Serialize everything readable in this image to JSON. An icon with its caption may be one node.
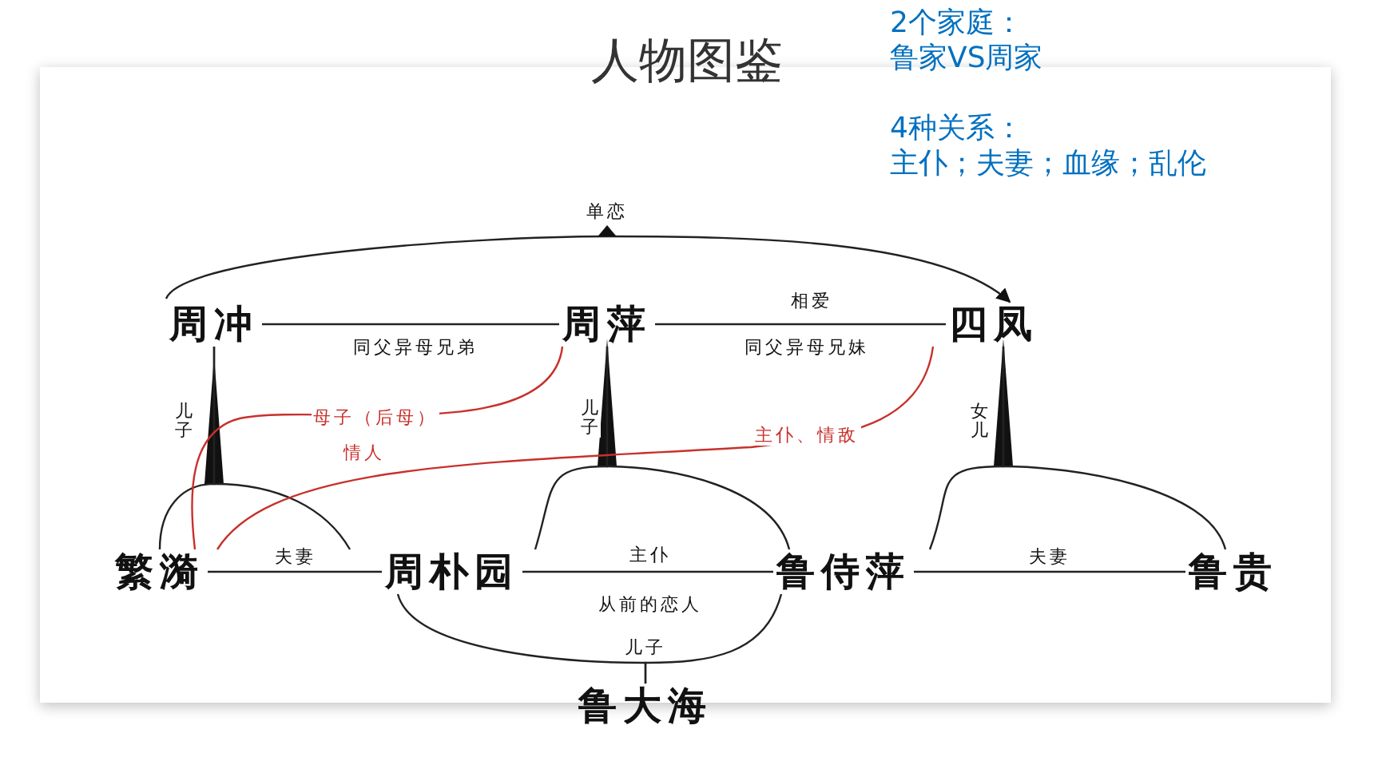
{
  "diagram": {
    "title": "人物图鉴",
    "nodes": [
      {
        "text": [
          "周冲"
        ]
      },
      {
        "text": [
          "周萍"
        ]
      },
      {
        "text": [
          "四凤"
        ]
      },
      {
        "text": [
          "繁漪"
        ]
      },
      {
        "text": [
          "周朴园"
        ]
      },
      {
        "text": [
          "鲁侍萍"
        ]
      },
      {
        "text": [
          "鲁贵"
        ]
      },
      {
        "text": [
          "鲁大海"
        ]
      }
    ],
    "edges": [
      {
        "from": 0,
        "to": 1,
        "arrow": "none",
        "label": "同父异母兄弟"
      },
      {
        "from": 1,
        "to": 2,
        "arrow": "none",
        "label": "相爱"
      },
      {
        "from": 0,
        "to": 2,
        "arrow": "to",
        "label": "单恋"
      },
      {
        "from": 3,
        "to": 0,
        "arrow": "none",
        "label": "儿子"
      },
      {
        "from": 4,
        "to": 0,
        "arrow": "none"
      },
      {
        "from": 4,
        "to": 1,
        "arrow": "none",
        "label": "儿子"
      },
      {
        "from": 5,
        "to": 1,
        "arrow": "none"
      },
      {
        "from": 5,
        "to": 2,
        "arrow": "none",
        "label": "女儿"
      },
      {
        "from": 6,
        "to": 2,
        "arrow": "none"
      },
      {
        "from": 3,
        "to": 4,
        "arrow": "none",
        "label": "夫妻"
      },
      {
        "from": 4,
        "to": 5,
        "arrow": "none",
        "label": "主仆"
      },
      {
        "from": 5,
        "to": 6,
        "arrow": "none",
        "label": "夫妻"
      },
      {
        "from": 4,
        "to": 7,
        "arrow": "none",
        "label": "儿子"
      },
      {
        "from": 5,
        "to": 7,
        "arrow": "none"
      },
      {
        "from": 1,
        "to": 3,
        "arrow": "none",
        "label": "母子（后母）",
        "color": "#c8312c"
      },
      {
        "from": 2,
        "to": 3,
        "arrow": "none",
        "label": "主仆、情敌",
        "color": "#c8312c"
      }
    ],
    "labels": [
      "2个家庭：",
      "鲁家VS周家",
      "4种关系：",
      "主仆；夫妻；血缘；乱伦",
      "同父异母兄妹",
      "情人",
      "从前的恋人"
    ]
  }
}
